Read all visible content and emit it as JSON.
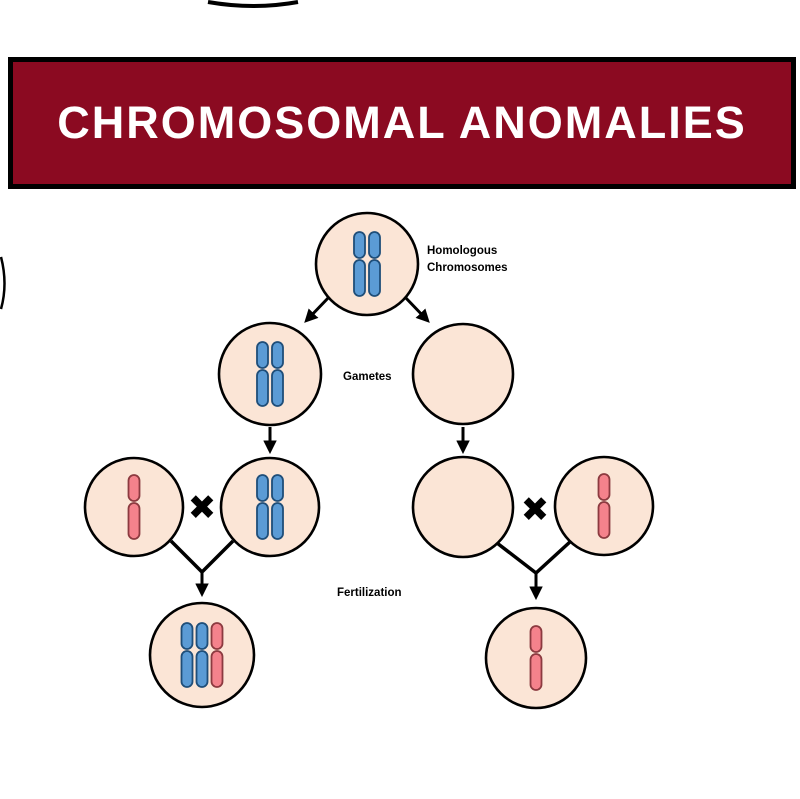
{
  "banner": {
    "title": "CHROMOSOMAL ANOMALIES"
  },
  "labels": {
    "homologous_line1": "Homologous",
    "homologous_line2": "Chromosomes",
    "gametes": "Gametes",
    "fertilization": "Fertilization"
  },
  "symbols": {
    "cross": "✖"
  },
  "colors": {
    "banner_background": "#8B0A21",
    "banner_border": "#000000",
    "title_text": "#FFFFFF",
    "cell_fill": "#FBE5D6",
    "cell_outline": "#000000",
    "chromosome_blue_fill": "#5B9BD5",
    "chromosome_blue_outline": "#1F4E79",
    "chromosome_pink_fill": "#F4828C",
    "chromosome_pink_outline": "#8C3A40",
    "line_color": "#000000"
  },
  "diagram": {
    "cells": [
      {
        "id": "homologous-pair-cell",
        "row": "top",
        "chromosomes": [
          "blue",
          "blue"
        ]
      },
      {
        "id": "gamete-left-cell",
        "row": "gametes",
        "chromosomes": [
          "blue",
          "blue"
        ]
      },
      {
        "id": "gamete-right-cell",
        "row": "gametes",
        "chromosomes": []
      },
      {
        "id": "outer-left-cell",
        "row": "cross",
        "chromosomes": [
          "pink"
        ]
      },
      {
        "id": "inner-left-cell",
        "row": "cross",
        "chromosomes": [
          "blue",
          "blue"
        ]
      },
      {
        "id": "inner-right-cell",
        "row": "cross",
        "chromosomes": []
      },
      {
        "id": "outer-right-cell",
        "row": "cross",
        "chromosomes": [
          "pink"
        ]
      },
      {
        "id": "zygote-left-cell",
        "row": "result",
        "chromosomes": [
          "blue",
          "blue",
          "pink"
        ]
      },
      {
        "id": "zygote-right-cell",
        "row": "result",
        "chromosomes": [
          "pink"
        ]
      }
    ]
  }
}
